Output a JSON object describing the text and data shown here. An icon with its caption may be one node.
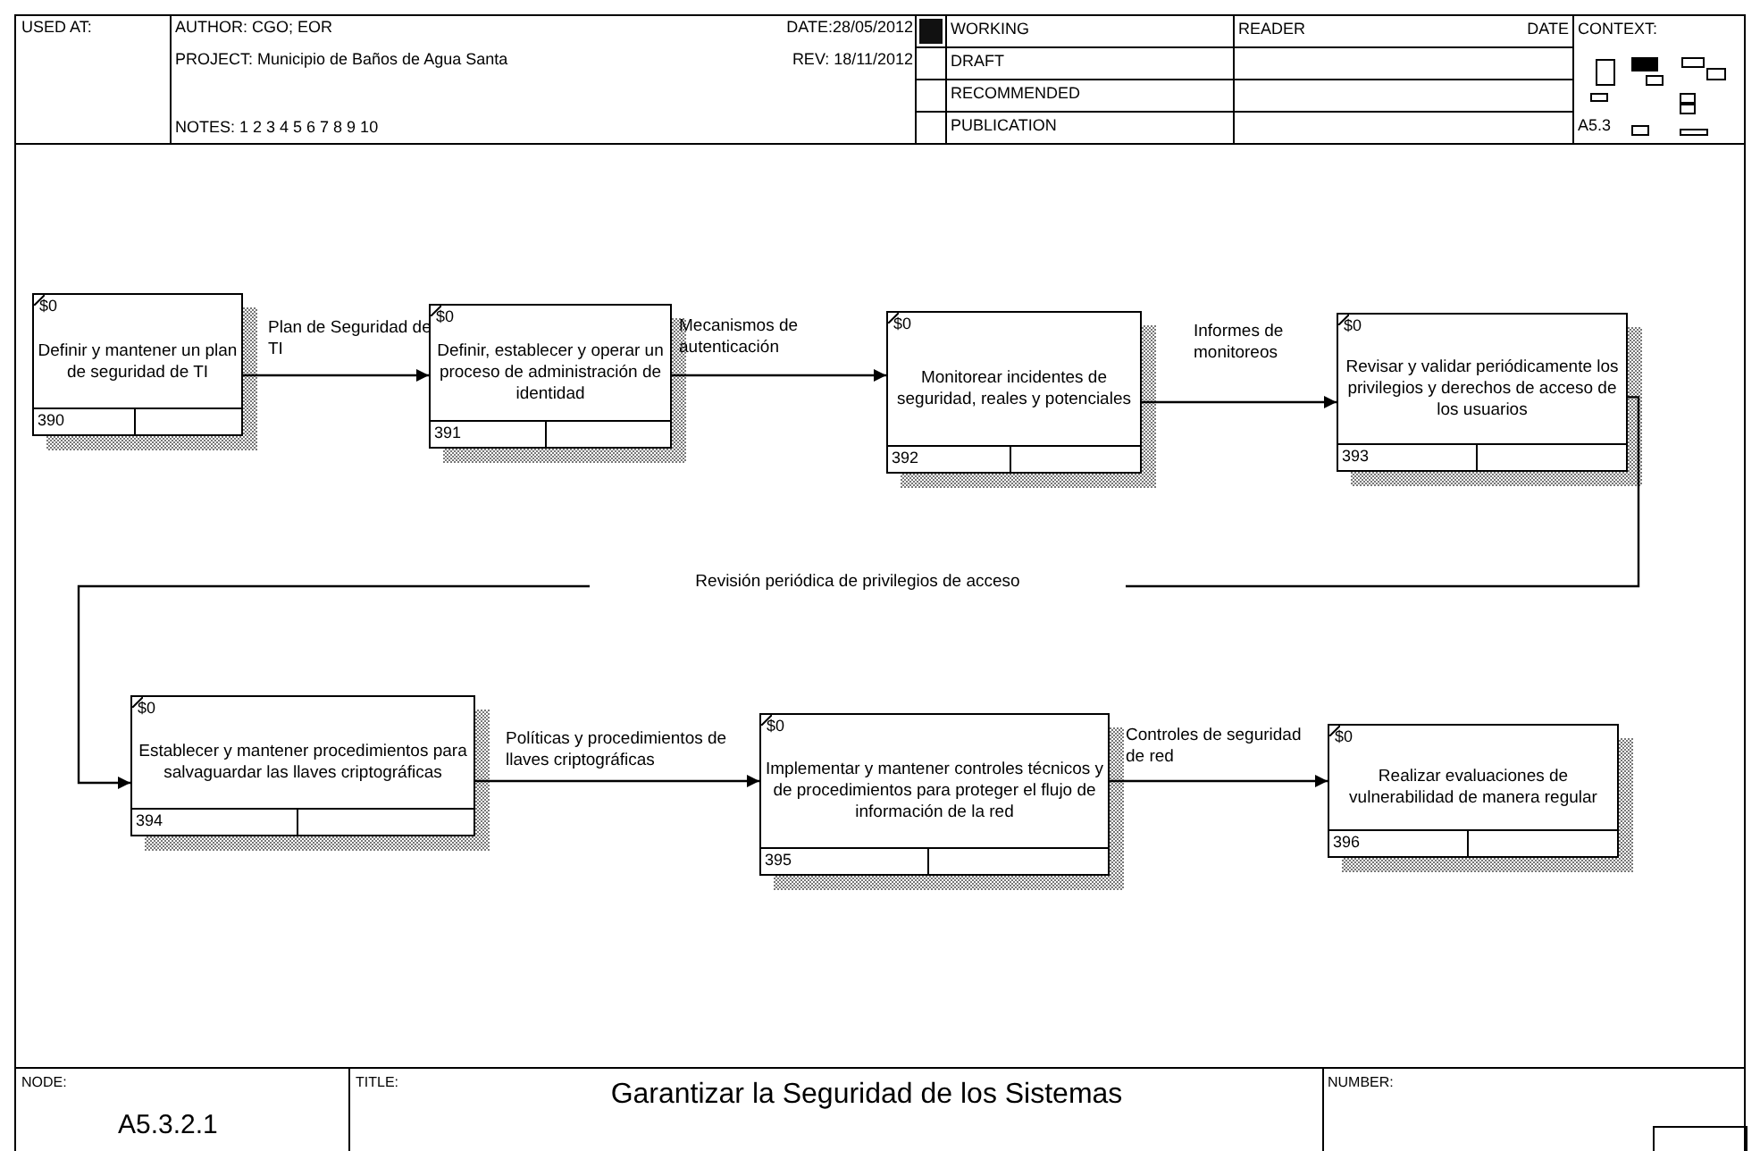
{
  "diagram": {
    "title": "Garantizar la Seguridad de los Sistemas",
    "nodes": [
      {
        "text": [
          "$0",
          "Definir y mantener un plan de seguridad de TI",
          "390"
        ]
      },
      {
        "text": [
          "$0",
          "Definir, establecer y operar un proceso de administración de identidad",
          "391"
        ]
      },
      {
        "text": [
          "$0",
          "Monitorear incidentes de seguridad, reales y potenciales",
          "392"
        ]
      },
      {
        "text": [
          "$0",
          "Revisar y validar periódicamente los privilegios y derechos de acceso de los usuarios",
          "393"
        ]
      },
      {
        "text": [
          "$0",
          "Establecer y mantener procedimientos para salvaguardar las llaves criptográficas",
          "394"
        ]
      },
      {
        "text": [
          "$0",
          "Implementar y mantener controles técnicos y de procedimientos para proteger el flujo de información de la red",
          "395"
        ]
      },
      {
        "text": [
          "$0",
          "Realizar evaluaciones de vulnerabilidad de manera regular",
          "396"
        ]
      }
    ],
    "edges": [
      {
        "from": 0,
        "to": 1,
        "arrow": "to",
        "label": "Plan de Seguridad de TI"
      },
      {
        "from": 1,
        "to": 2,
        "arrow": "to",
        "label": "Mecanismos de autenticación"
      },
      {
        "from": 2,
        "to": 3,
        "arrow": "to",
        "label": "Informes de monitoreos"
      },
      {
        "from": 3,
        "to": 4,
        "arrow": "to",
        "label": "Revisión periódica de privilegios de acceso"
      },
      {
        "from": 4,
        "to": 5,
        "arrow": "to",
        "label": "Políticas y procedimientos de llaves criptográficas"
      },
      {
        "from": 5,
        "to": 6,
        "arrow": "to",
        "label": "Controles de seguridad de red"
      }
    ],
    "labels": [
      "USED AT:",
      "AUTHOR: CGO; EOR",
      "DATE:28/05/2012",
      "WORKING",
      "READER",
      "DATE",
      "CONTEXT:",
      "PROJECT: Municipio de Baños de Agua Santa",
      "REV: 18/11/2012",
      "DRAFT",
      "RECOMMENDED",
      "NOTES: 1 2 3 4 5 6 7 8 9 10",
      "PUBLICATION",
      "A5.3",
      "NODE:",
      "TITLE:",
      "NUMBER:",
      "A5.3.2.1"
    ]
  }
}
